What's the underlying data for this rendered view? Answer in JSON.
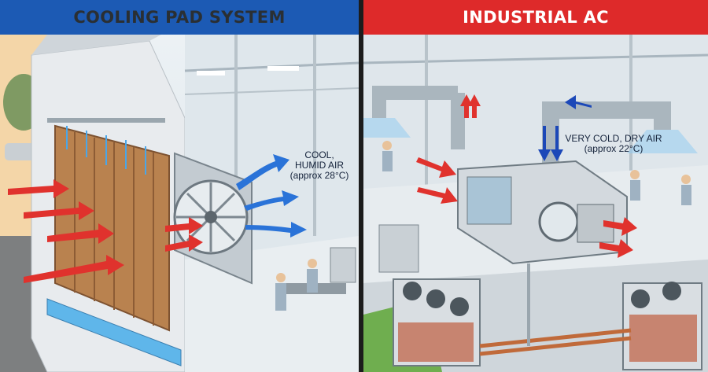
{
  "panels": {
    "left": {
      "banner": "COOLING PAD SYSTEM",
      "air_label_line1": "COOL,",
      "air_label_line2": "HUMID AIR",
      "air_label_line3": "(approx 28°C)"
    },
    "right": {
      "banner": "INDUSTRIAL AC",
      "air_label_line1": "VERY COLD, DRY AIR",
      "air_label_line2": "(approx 22°C)"
    }
  },
  "colors": {
    "left_banner": "#1c5ab4",
    "right_banner": "#de2a2a",
    "hot_air_arrows": "#e0322d",
    "cool_air_arrows": "#2a73d8",
    "cooling_pad": "#b9824f"
  }
}
